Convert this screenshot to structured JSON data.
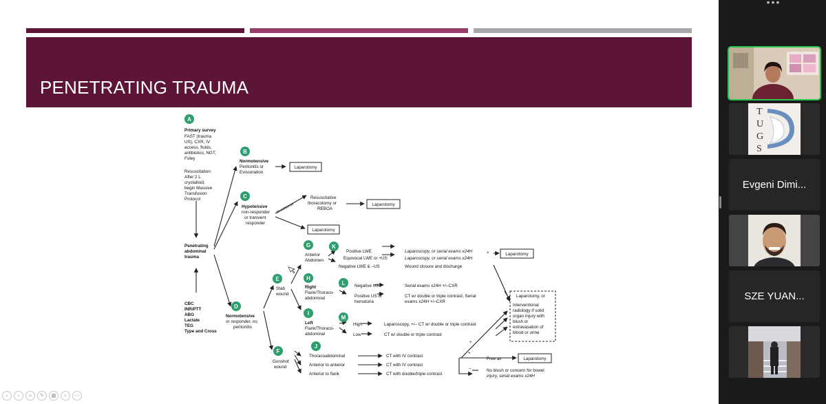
{
  "slide": {
    "title": "PENETRATING TRAUMA",
    "accent_colors": {
      "bar1": "#5c1536",
      "bar2": "#9a3d6d",
      "bar3": "#a7a8ac",
      "title_band": "#5c1536",
      "node": "#2e9e6e"
    },
    "flowchart": {
      "node_A": "A",
      "a_primary_bold": "Primary survey",
      "a_primary_1": "FAST (trauma",
      "a_primary_2": "US), CXR, IV",
      "a_primary_3": "access, fluids,",
      "a_primary_4": "antibiotics, NGT,",
      "a_primary_5": "Foley",
      "a_resus_1": "Resuscitation:",
      "a_resus_2": "After 2 L",
      "a_resus_3": "crystalloid,",
      "a_resus_4": "begin Massive",
      "a_resus_5": "Transfusion",
      "a_resus_6": "Protocol",
      "center_1": "Penetrating",
      "center_2": "abdominal",
      "center_3": "trauma",
      "labs_1": "CBC",
      "labs_2": "INR/PTT",
      "labs_3": "ABG",
      "labs_4": "Lactate",
      "labs_5": "TEG",
      "labs_6": "Type and Cross",
      "node_B": "B",
      "b_bold": "Normotensive",
      "b_1": "Peritonitis or",
      "b_2": "Evisceration",
      "b_box": "Laparotomy",
      "node_C": "C",
      "c_bold": "Hypotensive",
      "c_1": "non-responder",
      "c_2": "or transient",
      "c_3": "responder",
      "c_extremis": "In extremis",
      "c_resus_1": "Resuscitative",
      "c_resus_2": "thoracotomy or",
      "c_resus_3": "REBOA",
      "c_box1": "Laparotomy",
      "c_box2": "Laparotomy",
      "node_D": "D",
      "d_bold": "Normotensive",
      "d_1": "or responder, no",
      "d_2": "peritonitis",
      "node_E": "E",
      "e_1": "Stab",
      "e_2": "wound",
      "node_F": "F",
      "f_1": "Gunshot",
      "f_2": "wound",
      "node_G": "G",
      "g_1": "Anterior",
      "g_2": "Abdomen",
      "node_K": "K",
      "k_1": "Positive LWE",
      "k_2": "Equivocal LWE or +US",
      "k_3": "Negative LWE & –US",
      "k_r1": "Laparoscopy, or serial exams x24H",
      "k_r2": "Laparoscopy, or serial exams x24H",
      "k_r3": "Wound closure and discharge",
      "k_plus": "+",
      "k_box": "Laparotomy",
      "node_H": "H",
      "h_bold": "Right",
      "h_1": "Flank/Thoraco-",
      "h_2": "abdominal",
      "node_L": "L",
      "l_1": "Negative US",
      "l_2": "Positive US or",
      "l_3": "hematuria",
      "l_r1": "Serial exams x24H +/–CXR",
      "l_r2": "CT w/ double or triple contrast, Serial",
      "l_r3": "exams x24H +/–CXR",
      "node_I": "I",
      "i_bold": "Left",
      "i_1": "Flank/Thoraco-",
      "i_2": "abdominal",
      "node_M": "M",
      "m_1": "High",
      "m_2": "Low",
      "m_r1": "Laparoscopy, +/– CT w/ double or triple contrast",
      "m_r2": "CT w/ double or triple contrast",
      "right_box_title": "Laparotomy, or",
      "right_box_1": "Interventional",
      "right_box_2": "radiology if solid",
      "right_box_3": "organ injury with",
      "right_box_4": "blush or",
      "right_box_5": "extravasation of",
      "right_box_6": "blood or urine",
      "node_J": "J",
      "j_1": "Thoracoabdominal",
      "j_2": "Anterior to anterior",
      "j_3": "Anterior to flank",
      "j_r1": "CT with IV contrast",
      "j_r2": "CT with IV contrast",
      "j_r3": "CT with double/triple contrast",
      "free_air": "Free air",
      "free_box": "Laparotomy",
      "no_blush_1": "No blush or concern for bowel",
      "no_blush_2": "injury, serial exams x24H",
      "plus": "+",
      "minus": "–"
    }
  },
  "participants": [
    {
      "kind": "video",
      "name": "",
      "icon": "presenter-video",
      "active": true
    },
    {
      "kind": "logo",
      "name": "",
      "logo_text": "TUGS",
      "icon": "tugs-logo"
    },
    {
      "kind": "name",
      "name": "Evgeni Dimi..."
    },
    {
      "kind": "video",
      "name": "",
      "icon": "participant-video"
    },
    {
      "kind": "name",
      "name": "SZE YUAN..."
    },
    {
      "kind": "video",
      "name": "",
      "icon": "participant-video-snow"
    }
  ],
  "panel": {
    "more_icon": "more-horizontal-icon",
    "more_glyph": "•••"
  }
}
